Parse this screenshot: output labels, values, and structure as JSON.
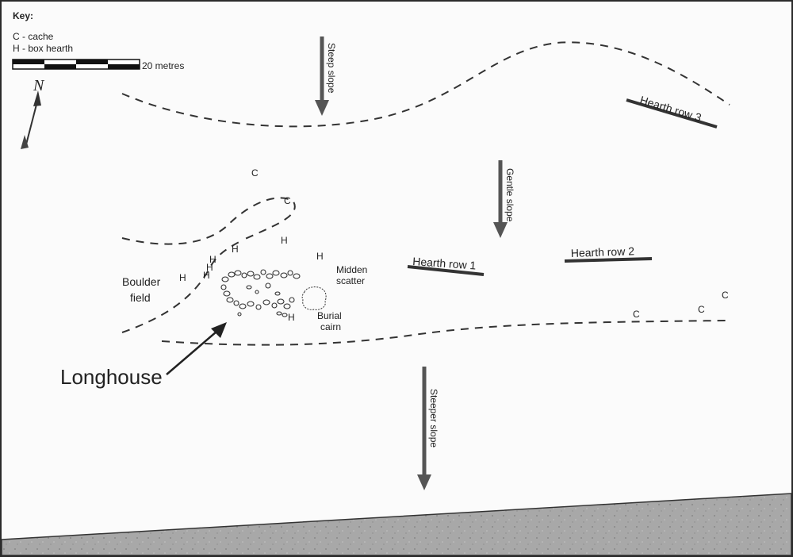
{
  "key": {
    "title": "Key:",
    "cache": "C - cache",
    "box_hearth": "H - box hearth",
    "scale_label": "20 metres"
  },
  "north_label": "N",
  "slopes": {
    "steep": "Steep slope",
    "gentle": "Gentle slope",
    "steeper": "Steeper slope"
  },
  "features": {
    "hearth_row_1": "Hearth row 1",
    "hearth_row_2": "Hearth row 2",
    "hearth_row_3": "Hearth row 3",
    "boulder_field_line1": "Boulder",
    "boulder_field_line2": "field",
    "midden_line1": "Midden",
    "midden_line2": "scatter",
    "burial_line1": "Burial",
    "burial_line2": "cairn",
    "longhouse": "Longhouse"
  },
  "markers": {
    "cache": "C",
    "hearth": "H"
  },
  "colors": {
    "ground": "#a8a8a8",
    "line": "#333333",
    "arrow": "#555555"
  }
}
